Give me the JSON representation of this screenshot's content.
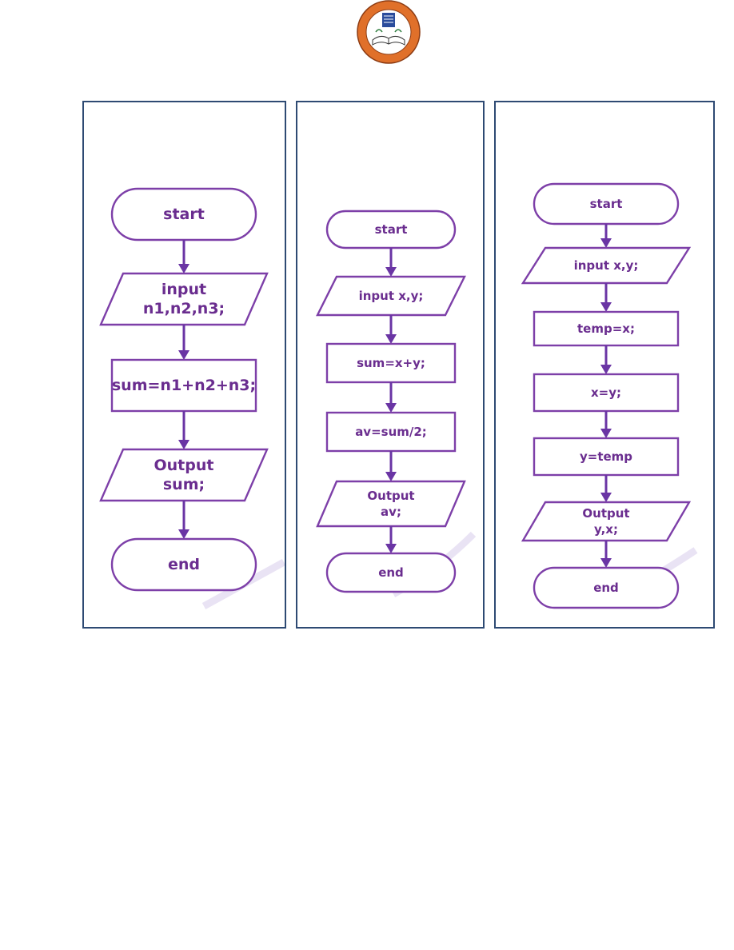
{
  "flowcharts": [
    {
      "id": "add-three",
      "steps": [
        {
          "type": "terminal",
          "lines": [
            "start"
          ]
        },
        {
          "type": "io",
          "lines": [
            "input",
            "n1,n2,n3;"
          ]
        },
        {
          "type": "process",
          "lines": [
            "sum=n1+n2+n3;"
          ]
        },
        {
          "type": "io",
          "lines": [
            "Output",
            "sum;"
          ]
        },
        {
          "type": "terminal",
          "lines": [
            "end"
          ]
        }
      ]
    },
    {
      "id": "average-two",
      "steps": [
        {
          "type": "terminal",
          "lines": [
            "start"
          ]
        },
        {
          "type": "io",
          "lines": [
            "input x,y;"
          ]
        },
        {
          "type": "process",
          "lines": [
            "sum=x+y;"
          ]
        },
        {
          "type": "process",
          "lines": [
            "av=sum/2;"
          ]
        },
        {
          "type": "io",
          "lines": [
            "Output",
            "av;"
          ]
        },
        {
          "type": "terminal",
          "lines": [
            "end"
          ]
        }
      ]
    },
    {
      "id": "swap-two",
      "steps": [
        {
          "type": "terminal",
          "lines": [
            "start"
          ]
        },
        {
          "type": "io",
          "lines": [
            "input x,y;"
          ]
        },
        {
          "type": "process",
          "lines": [
            "temp=x;"
          ]
        },
        {
          "type": "process",
          "lines": [
            "x=y;"
          ]
        },
        {
          "type": "process",
          "lines": [
            "y=temp"
          ]
        },
        {
          "type": "io",
          "lines": [
            "Output",
            "y,x;"
          ]
        },
        {
          "type": "terminal",
          "lines": [
            "end"
          ]
        }
      ]
    }
  ],
  "colors": {
    "frame": "#2e4a73",
    "shape_stroke": "#7d3fa8",
    "connector": "#6a35a4",
    "text": "#6a2d8f"
  }
}
